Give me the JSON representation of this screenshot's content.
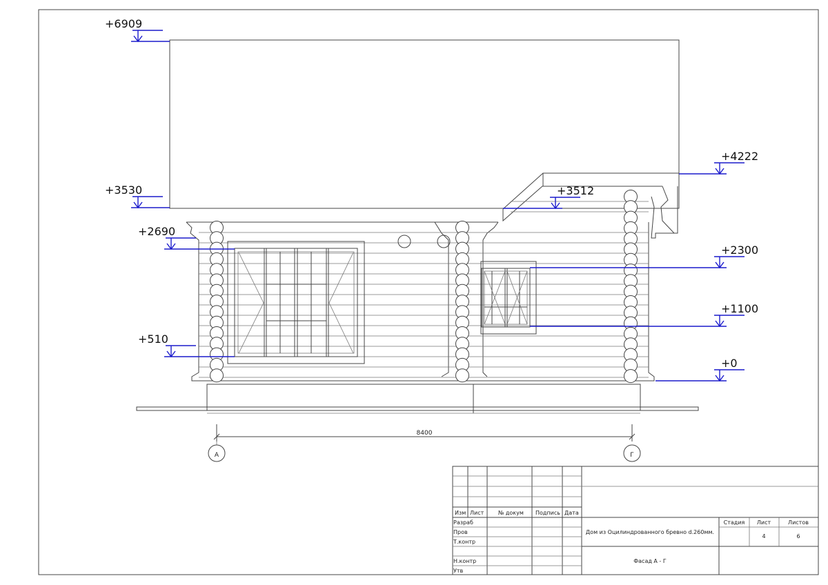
{
  "elevations": {
    "roof_ridge": "+6909",
    "eave_left": "+3530",
    "porch_roof_top": "+4222",
    "porch_eave": "+3512",
    "window_top_left": "+2690",
    "window_top_right": "+2300",
    "window_bottom_right": "+1100",
    "window_bottom_left": "+510",
    "ground": "+0"
  },
  "dimensions": {
    "overall_width": "8400"
  },
  "axes": {
    "left": "А",
    "right": "Г"
  },
  "title_block": {
    "headers": {
      "change": "Изм",
      "sheet": "Лист",
      "doc_no": "№ докум",
      "signature": "Подпись",
      "date": "Дата"
    },
    "roles": [
      "Разраб",
      "Пров",
      "Т.контр",
      "",
      "Н.контр",
      "Утв"
    ],
    "project": "Дом из Оцилиндрованного бревно d.260мм.",
    "drawing_title": "Фасад А - Г",
    "stage_label": "Стадия",
    "sheet_label": "Лист",
    "sheets_label": "Листов",
    "sheet_number": "4",
    "sheets_total": "6"
  },
  "colors": {
    "elevation_marks": "#1a1acc",
    "lines": "#444444"
  }
}
